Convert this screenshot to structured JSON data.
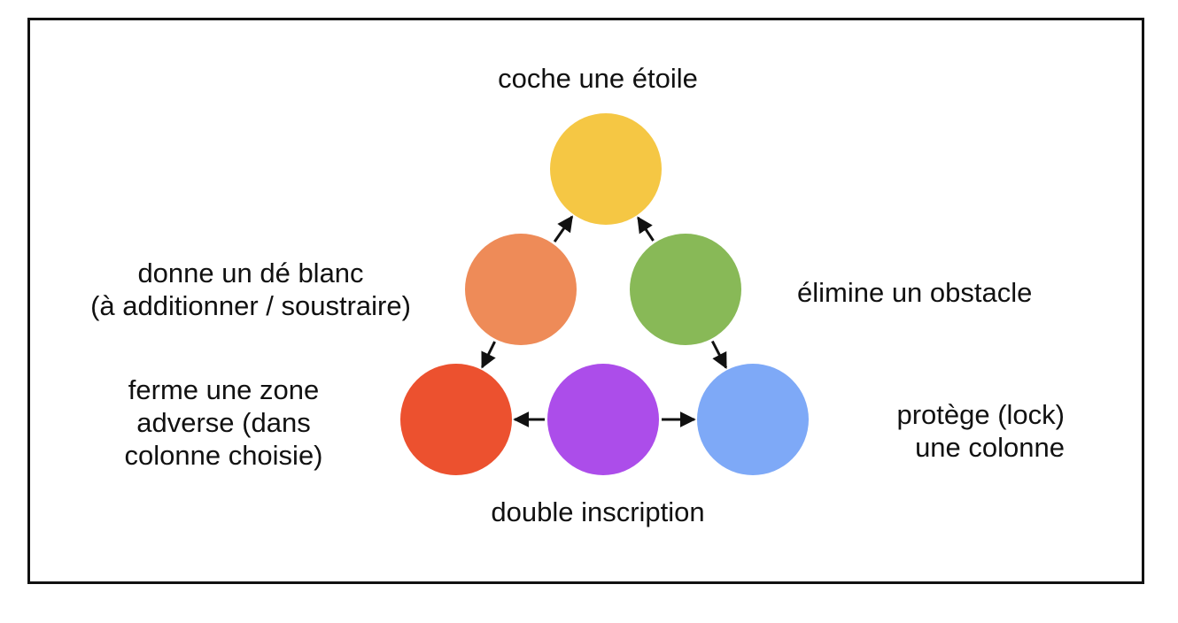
{
  "nodes": [
    {
      "id": "yellow",
      "color": "#F5C744",
      "label_lines": [
        "coche une étoile"
      ]
    },
    {
      "id": "orange",
      "color": "#EE8B58",
      "label_lines": [
        "donne un dé blanc",
        "(à additionner / soustraire)"
      ]
    },
    {
      "id": "green",
      "color": "#88B957",
      "label_lines": [
        "élimine un obstacle"
      ]
    },
    {
      "id": "red",
      "color": "#EC512F",
      "label_lines": [
        "ferme une zone",
        "adverse (dans",
        "colonne choisie)"
      ]
    },
    {
      "id": "purple",
      "color": "#AC4DEA",
      "label_lines": [
        "double inscription"
      ]
    },
    {
      "id": "blue",
      "color": "#7EA9F7",
      "label_lines": [
        "protège (lock)",
        "une colonne"
      ]
    }
  ],
  "arrows": [
    {
      "from": "orange",
      "to": "yellow"
    },
    {
      "from": "green",
      "to": "yellow"
    },
    {
      "from": "orange",
      "to": "red"
    },
    {
      "from": "green",
      "to": "blue"
    },
    {
      "from": "purple",
      "to": "red"
    },
    {
      "from": "purple",
      "to": "blue"
    }
  ],
  "colors": {
    "arrow": "#111111",
    "text": "#111111",
    "border": "#111111"
  }
}
